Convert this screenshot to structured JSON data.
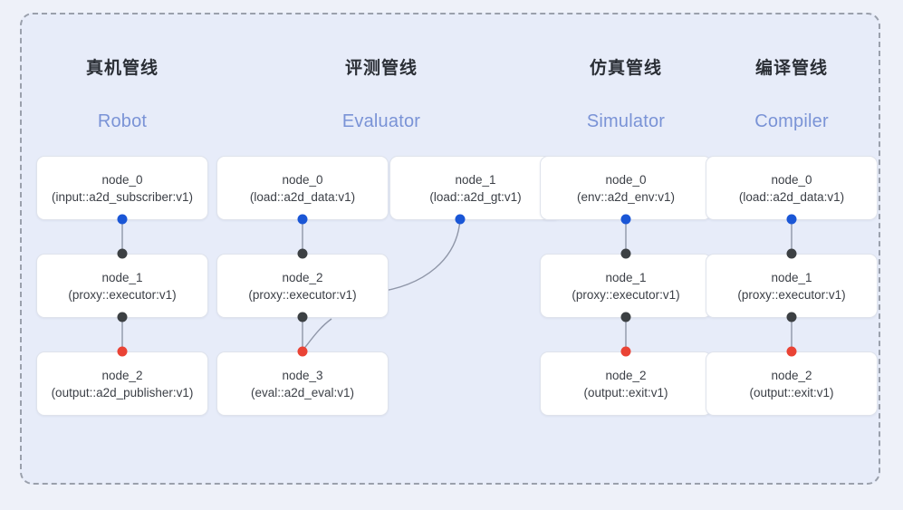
{
  "panel": {
    "border_style": "dashed",
    "border_color": "#9aa0ac",
    "background": "#e7ecf9"
  },
  "palette": {
    "page_background": "#eef1f9",
    "node_background": "#ffffff",
    "node_border": "#dfe3ec",
    "title_color": "#2b2f36",
    "subtitle_color": "#7a93d6",
    "dot_input": "#1a56d6",
    "dot_proxy": "#3c4043",
    "dot_output": "#ea4335",
    "edge_color": "#8f96a8"
  },
  "columns": [
    {
      "id": "robot",
      "title": "真机管线",
      "subtitle": "Robot",
      "nodes": [
        {
          "id": "robot-node-0",
          "name": "node_0",
          "spec": "(input::a2d_subscriber:v1)"
        },
        {
          "id": "robot-node-1",
          "name": "node_1",
          "spec": "(proxy::executor:v1)"
        },
        {
          "id": "robot-node-2",
          "name": "node_2",
          "spec": "(output::a2d_publisher:v1)"
        }
      ]
    },
    {
      "id": "evaluator",
      "title": "评测管线",
      "subtitle": "Evaluator",
      "nodes": [
        {
          "id": "eval-node-0",
          "name": "node_0",
          "spec": "(load::a2d_data:v1)"
        },
        {
          "id": "eval-node-1",
          "name": "node_1",
          "spec": "(load::a2d_gt:v1)"
        },
        {
          "id": "eval-node-2",
          "name": "node_2",
          "spec": "(proxy::executor:v1)"
        },
        {
          "id": "eval-node-3",
          "name": "node_3",
          "spec": "(eval::a2d_eval:v1)"
        }
      ]
    },
    {
      "id": "simulator",
      "title": "仿真管线",
      "subtitle": "Simulator",
      "nodes": [
        {
          "id": "sim-node-0",
          "name": "node_0",
          "spec": "(env::a2d_env:v1)"
        },
        {
          "id": "sim-node-1",
          "name": "node_1",
          "spec": "(proxy::executor:v1)"
        },
        {
          "id": "sim-node-2",
          "name": "node_2",
          "spec": "(output::exit:v1)"
        }
      ]
    },
    {
      "id": "compiler",
      "title": "编译管线",
      "subtitle": "Compiler",
      "nodes": [
        {
          "id": "comp-node-0",
          "name": "node_0",
          "spec": "(load::a2d_data:v1)"
        },
        {
          "id": "comp-node-1",
          "name": "node_1",
          "spec": "(proxy::executor:v1)"
        },
        {
          "id": "comp-node-2",
          "name": "node_2",
          "spec": "(output::exit:v1)"
        }
      ]
    }
  ]
}
